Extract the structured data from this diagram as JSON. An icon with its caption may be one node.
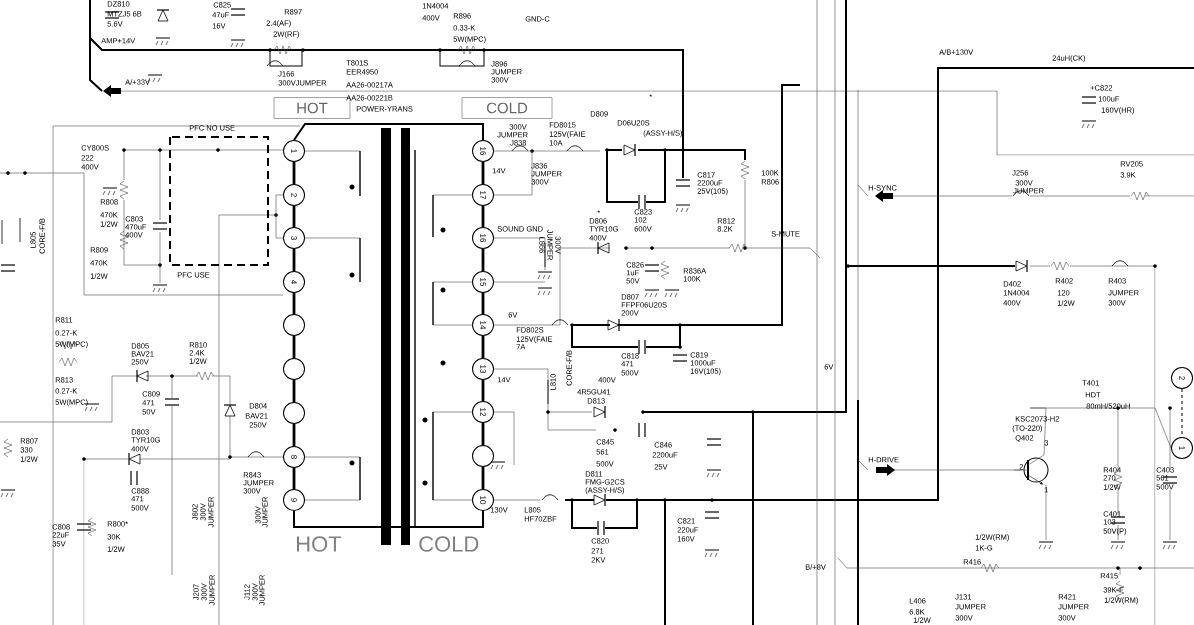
{
  "diagram": {
    "nodes": [
      {
        "text": [
          "HOT"
        ]
      },
      {
        "text": [
          "COLD"
        ]
      },
      {
        "text": [
          "1"
        ]
      },
      {
        "text": [
          "2"
        ]
      },
      {
        "text": [
          "3"
        ]
      },
      {
        "text": [
          "4"
        ]
      },
      {
        "text": [],
        "shape": "circle"
      },
      {
        "text": [],
        "shape": "circle"
      },
      {
        "text": [],
        "shape": "circle"
      },
      {
        "text": [
          "8"
        ]
      },
      {
        "text": [
          "9"
        ]
      },
      {
        "text": [
          "16"
        ]
      },
      {
        "text": [
          "17"
        ]
      },
      {
        "text": [
          "16"
        ]
      },
      {
        "text": [
          "15"
        ]
      },
      {
        "text": [
          "14"
        ]
      },
      {
        "text": [
          "13"
        ]
      },
      {
        "text": [
          "12"
        ]
      },
      {
        "text": [],
        "shape": "circle"
      },
      {
        "text": [
          "10"
        ]
      },
      {
        "text": [
          "2"
        ]
      },
      {
        "text": [
          "1"
        ]
      }
    ],
    "edges": [
      {
        "from": 2,
        "to": 3,
        "arrow": "none"
      },
      {
        "from": 3,
        "to": 4,
        "arrow": "none"
      },
      {
        "from": 4,
        "to": 5,
        "arrow": "none"
      },
      {
        "from": 5,
        "to": 6,
        "arrow": "none"
      },
      {
        "from": 6,
        "to": 7,
        "arrow": "none"
      },
      {
        "from": 7,
        "to": 8,
        "arrow": "none"
      },
      {
        "from": 8,
        "to": 9,
        "arrow": "none"
      },
      {
        "from": 9,
        "to": 10,
        "arrow": "none"
      },
      {
        "from": 11,
        "to": 12,
        "arrow": "none"
      },
      {
        "from": 12,
        "to": 13,
        "arrow": "none"
      },
      {
        "from": 13,
        "to": 14,
        "arrow": "none"
      },
      {
        "from": 14,
        "to": 15,
        "arrow": "none"
      },
      {
        "from": 15,
        "to": 16,
        "arrow": "none"
      },
      {
        "from": 16,
        "to": 17,
        "arrow": "none"
      },
      {
        "from": 17,
        "to": 18,
        "arrow": "none"
      },
      {
        "from": 18,
        "to": 19,
        "arrow": "none"
      },
      {
        "from": 20,
        "to": 21,
        "arrow": "none",
        "style": "dashed"
      },
      {
        "from": 3,
        "to": 4,
        "arrow": "none"
      },
      {
        "from": 11,
        "to": 12,
        "arrow": "none"
      }
    ],
    "labels": [
      "DZ810",
      "MTZJ5 6B",
      "5.6V",
      "C825",
      "47uF",
      "16V",
      "R897",
      "2.4(AF)",
      "2W(RF)",
      "AMP+14V",
      "1N4004",
      "400V",
      "R896",
      "0.33-K",
      "5W(MPC)",
      "GND-C",
      "J896",
      "JUMPER",
      "300V",
      "T801S",
      "EER4950",
      "J166",
      "300VJUMPER",
      "A/+33V",
      "AA26-00217A",
      "AA26-00221B",
      "POWER-YRANS",
      "*",
      "A/B+130V",
      "24uH(CK)",
      "+C822",
      "100uF",
      "160V(HR)",
      "D809",
      "D06U20S",
      "(ASSY-H/S)",
      "PFC NO USE",
      "300V",
      "JUMPER",
      "J838",
      "FD8015",
      "125V(FAIE",
      "10A",
      "CY800S",
      "222",
      "400V",
      "14V",
      "J836",
      "JUMPER",
      "300V",
      "C817",
      "2200uF",
      "25V(105)",
      "100K",
      "R806",
      "RV205",
      "3.9K",
      "J256",
      "300V",
      "JUMPER",
      "H-SYNC",
      "R808",
      "470K",
      "1/2W",
      "C823",
      "102",
      "600V",
      "*",
      "D806",
      "TYR10G",
      "400V",
      "R812",
      "8.2K",
      "SOUND GND",
      "C803",
      "470uF",
      "400V",
      "S-MUTE",
      "R809",
      "470K",
      "1/2W",
      "PFC USE",
      "C826",
      "1uF",
      "50V",
      "R836A",
      "100K",
      "D402",
      "1N4004",
      "400V",
      "R402",
      "120",
      "1/2W",
      "R403",
      "JUMPER",
      "300V",
      "D807",
      "FFPF06U20S",
      "200V",
      "6V",
      "R811",
      "0.27-K",
      "5W(MPC)",
      "FD802S",
      "125V(FAIE",
      "7A",
      "D805",
      "BAV21",
      "250V",
      "R810",
      "2.4K",
      "1/2W",
      "C818",
      "471",
      "500V",
      "C819",
      "1000uF",
      "16V(105)",
      "6V",
      "R813",
      "0.27-K",
      "5W(MPC)",
      "14V",
      "400V",
      "4R5GU41",
      "D813",
      "T401",
      "HDT",
      "80mH/520uH",
      "C809",
      "471",
      "50V",
      "D804",
      "BAV21",
      "250V",
      "KSC2073-H2",
      "(TO-220)",
      "Q402",
      "D803",
      "TYR10G",
      "400V",
      "R807",
      "330",
      "1/2W",
      "C845",
      "561",
      "500V",
      "C846",
      "2200uF",
      "25V",
      "3",
      "H-DRIVE",
      "2",
      "R404",
      "270",
      "1/2W",
      "C403",
      "561",
      "500V",
      "D811",
      "FMG-G2CS",
      "(ASSY-H/S)",
      "R843",
      "JUMPER",
      "300V",
      "1",
      "C888",
      "471",
      "500V",
      "130V",
      "L805",
      "HF70ZBF",
      "C401",
      "103",
      "50V(P)",
      "C808",
      "22uF",
      "35V",
      "R800*",
      "30K",
      "1/2W",
      "C821",
      "220uF",
      "160V",
      "1/2W(RM)",
      "C820",
      "271",
      "2KV",
      "HOT",
      "COLD",
      "1K-G",
      "R416",
      "B/+8V",
      "R415",
      "39K-F",
      "1/2W(RM)",
      "L406",
      "6.8K",
      "1/2W",
      "J131",
      "JUMPER",
      "300V",
      "R421",
      "JUMPER",
      "300V",
      "L805",
      "CORE-F/B",
      "L866",
      "JUMPER",
      "300V",
      "L810",
      "CORE-F/B",
      "J802",
      "300V",
      "JUMPER",
      "300V",
      "JUMPER",
      "J207",
      "300V",
      "JUMPER",
      "J112",
      "300V",
      "JUMPER"
    ]
  }
}
